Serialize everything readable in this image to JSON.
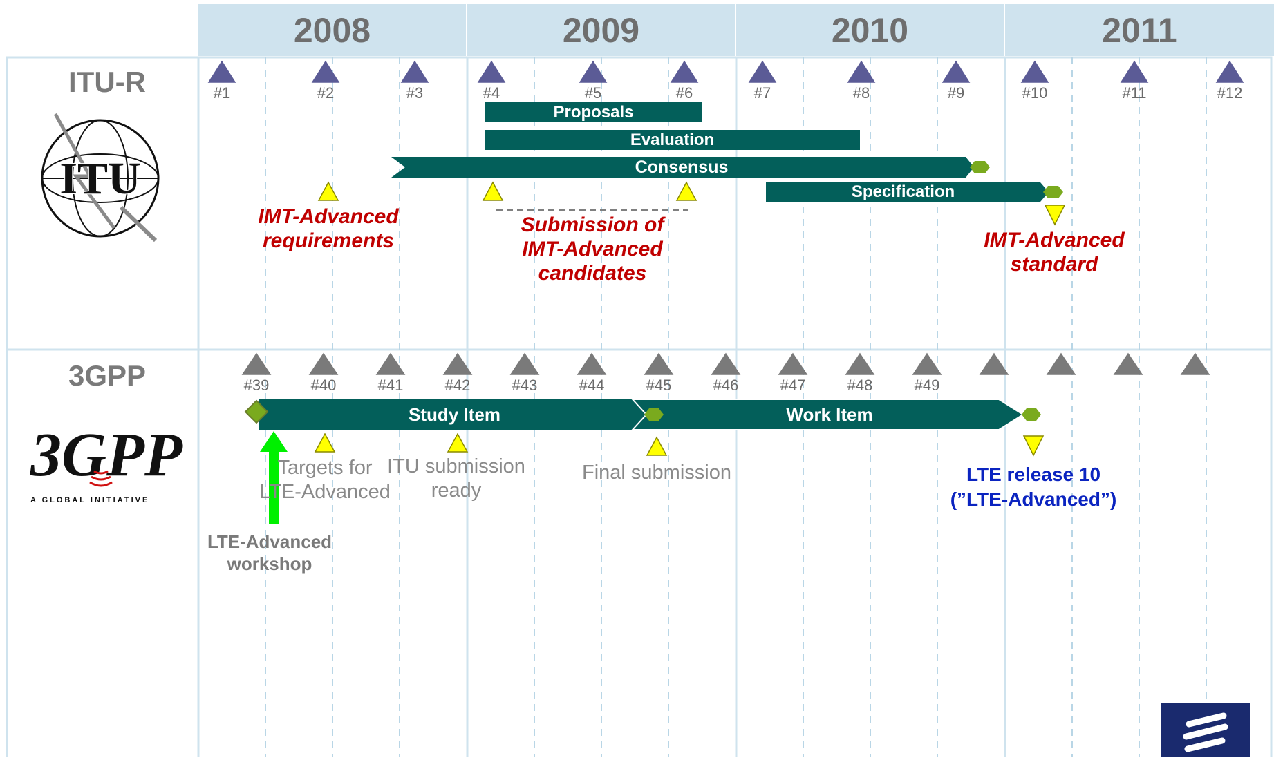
{
  "colors": {
    "year_band": "#cfe3ee",
    "itu_milestone": "#5b5b96",
    "gpp_milestone": "#7a7a7a",
    "bar": "#035f5a",
    "yellow_marker": "#ffff00",
    "green_marker": "#7aaa1e",
    "red_text": "#c00000",
    "blue_text": "#0b24c0"
  },
  "years": [
    "2008",
    "2009",
    "2010",
    "2011"
  ],
  "sections": {
    "itu": "ITU-R",
    "gpp": "3GPP"
  },
  "logos": {
    "itu": {
      "icon": "itu-globe-icon",
      "text": "ITU"
    },
    "gpp": {
      "icon": "3gpp-logo-icon",
      "text": "3GPP",
      "tagline": "A GLOBAL INITIATIVE"
    },
    "ericsson": {
      "icon": "ericsson-logo-icon"
    }
  },
  "itu_meetings": [
    "#1",
    "#2",
    "#3",
    "#4",
    "#5",
    "#6",
    "#7",
    "#8",
    "#9",
    "#10",
    "#11",
    "#12"
  ],
  "gpp_meetings": [
    "#39",
    "#40",
    "#41",
    "#42",
    "#43",
    "#44",
    "#45",
    "#46",
    "#47",
    "#48",
    "#49",
    "",
    "",
    "",
    ""
  ],
  "itu_bars": {
    "proposals": "Proposals",
    "evaluation": "Evaluation",
    "consensus": "Consensus",
    "specification": "Specification"
  },
  "gpp_bars": {
    "study_item": "Study Item",
    "work_item": "Work Item"
  },
  "itu_notes": {
    "requirements": [
      "IMT-Advanced",
      "requirements"
    ],
    "submission": [
      "Submission of",
      "IMT-Advanced",
      "candidates"
    ],
    "standard": [
      "IMT-Advanced",
      "standard"
    ]
  },
  "gpp_notes": {
    "targets": [
      "Targets for",
      "LTE-Advanced"
    ],
    "itu_ready": [
      "ITU submission",
      "ready"
    ],
    "final": "Final submission",
    "workshop": [
      "LTE-Advanced",
      "workshop"
    ],
    "release": [
      "LTE release 10",
      "(”LTE-Advanced”)"
    ]
  }
}
